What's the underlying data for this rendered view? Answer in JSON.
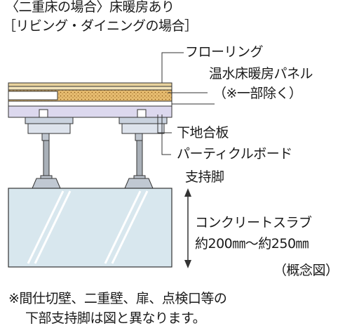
{
  "header": {
    "line1": "〈二重床の場合〉床暖房あり",
    "line2": "［リビング・ダイニングの場合］"
  },
  "labels": {
    "flooring": "フローリング",
    "heating_panel": "温水床暖房パネル",
    "heating_panel_note": "（※一部除く）",
    "subfloor": "下地合板",
    "particle_board": "パーティクルボード",
    "support_leg": "支持脚",
    "slab": "コンクリートスラブ",
    "slab_thickness": "約200㎜～約250㎜",
    "concept": "（概念図）"
  },
  "footnote": {
    "line1": "※間仕切壁、二重壁、扉、点検口等の",
    "line2": "下部支持脚は図と異なります。"
  },
  "colors": {
    "line": "#333333",
    "flooring": "#ecd9a8",
    "panel": "#e3b86b",
    "board": "#dcd8ee",
    "slab": "#d8e7ee",
    "leg_base": "#c7d0dc"
  }
}
